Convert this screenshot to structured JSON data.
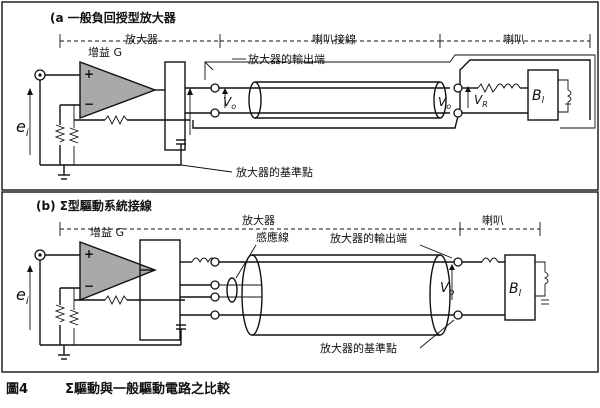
{
  "panel_a": {
    "title": "(a 一般負回授型放大器",
    "amp_label": "放大器",
    "cable_label": "喇叭接線",
    "speaker_label": "喇叭",
    "gain_label": "增益 G",
    "output_terminal_label": "放大器的輸出端",
    "reference_label": "放大器的基準點",
    "v_o_amp": "V",
    "v_o_amp_sub": "o",
    "v_o_far": "V",
    "v_o_far_sub": "o",
    "v_r": "V",
    "v_r_sub": "R",
    "b_l": "B",
    "b_l_sub": "l",
    "e_i": "e",
    "e_i_sub": "i"
  },
  "panel_b": {
    "title": "(b) Σ型驅動系統接線",
    "amp_label": "放大器",
    "speaker_label": "喇叭",
    "gain_label": "增益 G",
    "sense_wire_label": "感應線",
    "output_terminal_label": "放大器的輸出端",
    "reference_label": "放大器的基準點",
    "v_o": "V",
    "v_o_sub": "o",
    "b_l": "B",
    "b_l_sub": "l",
    "e_i": "e",
    "e_i_sub": "i"
  },
  "caption": {
    "figure_no": "圖4",
    "text": "Σ驅動與一般驅動電路之比較"
  }
}
